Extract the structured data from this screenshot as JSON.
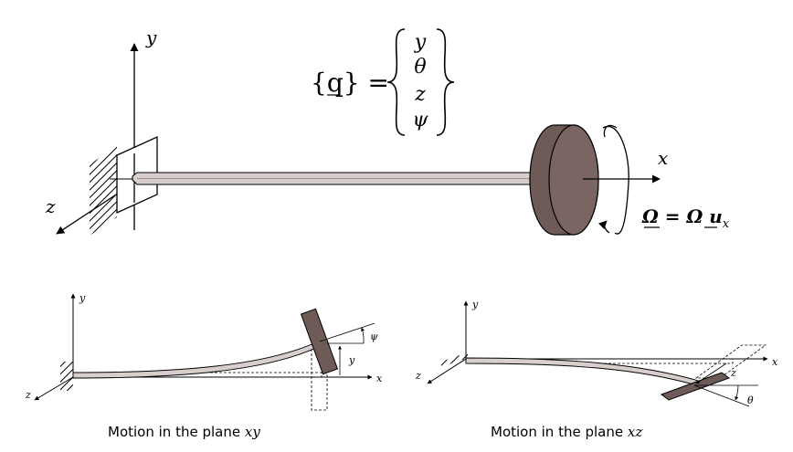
{
  "main": {
    "axis_y": "y",
    "axis_x": "x",
    "axis_z": "z",
    "q_lhs": "{q} =",
    "q_components": [
      "y",
      "θ",
      "z",
      "ψ"
    ],
    "omega_label": "Ω = Ω u",
    "omega_sub": "x"
  },
  "xy_view": {
    "axis_y": "y",
    "axis_x": "x",
    "axis_z": "z",
    "disp_label": "y",
    "angle_label": "ψ",
    "caption_prefix": "Motion in the plane",
    "caption_plane": "xy"
  },
  "xz_view": {
    "axis_y": "y",
    "axis_x": "x",
    "axis_z": "z",
    "disp_label": "z",
    "angle_label": "θ",
    "caption_prefix": "Motion in the plane",
    "caption_plane": "xz"
  },
  "colors": {
    "disk": "#6e5a57",
    "shaft": "#d8cfcd",
    "line": "#000000"
  }
}
